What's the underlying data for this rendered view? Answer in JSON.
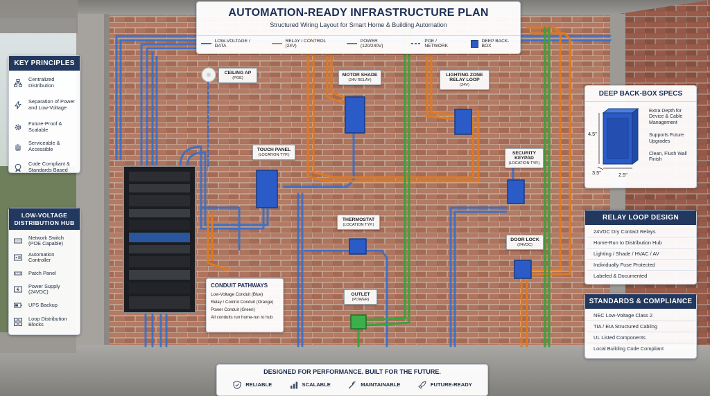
{
  "header": {
    "title": "AUTOMATION-READY INFRASTRUCTURE PLAN",
    "subtitle": "Structured Wiring Layout for Smart Home & Building Automation"
  },
  "legend": [
    {
      "label": "LOW-VOLTAGE / DATA",
      "color": "#2f6fd1",
      "style": "solid"
    },
    {
      "label": "RELAY / CONTROL (24V)",
      "color": "#e07a1f",
      "style": "solid"
    },
    {
      "label": "POWER (120/240V)",
      "color": "#3aa33a",
      "style": "solid"
    },
    {
      "label": "POE / NETWORK",
      "color": "#2f6fd1",
      "style": "dashed"
    },
    {
      "label": "DEEP BACK-BOX",
      "color": "#2a5bc7",
      "style": "box"
    }
  ],
  "key_principles": {
    "title": "KEY PRINCIPLES",
    "items": [
      {
        "label": "Centralized Distribution",
        "icon": "network-icon"
      },
      {
        "label": "Separation of Power and Low-Voltage",
        "icon": "bolt-icon"
      },
      {
        "label": "Future-Proof & Scalable",
        "icon": "gear-icon"
      },
      {
        "label": "Serviceable & Accessible",
        "icon": "hand-icon"
      },
      {
        "label": "Code Compliant & Standards Based",
        "icon": "badge-icon"
      }
    ]
  },
  "hub": {
    "title": "LOW-VOLTAGE DISTRIBUTION HUB",
    "items": [
      {
        "label": "Network Switch (POE Capable)",
        "icon": "switch-icon"
      },
      {
        "label": "Automation Controller",
        "icon": "controller-icon"
      },
      {
        "label": "Patch Panel",
        "icon": "patch-panel-icon"
      },
      {
        "label": "Power Supply (24VDC)",
        "icon": "power-supply-icon"
      },
      {
        "label": "UPS Backup",
        "icon": "battery-icon"
      },
      {
        "label": "Loop Distribution Blocks",
        "icon": "blocks-icon"
      }
    ]
  },
  "backbox": {
    "title": "DEEP BACK-BOX SPECS",
    "dims": {
      "height": "4.5\"",
      "depth": "3.5\"",
      "width": "2.5\""
    },
    "items": [
      "Extra Depth for Device & Cable Management",
      "Supports Future Upgrades",
      "Clean, Flush Wall Finish"
    ]
  },
  "relay": {
    "title": "RELAY LOOP DESIGN",
    "items": [
      "24VDC Dry Contact Relays",
      "Home-Run to Distribution Hub",
      "Lighting / Shade / HVAC / AV",
      "Individually Fuse Protected",
      "Labeled & Documented"
    ]
  },
  "standards": {
    "title": "STANDARDS & COMPLIANCE",
    "items": [
      "NEC Low-Voltage Class 2",
      "TIA / EIA Structured Cabling",
      "UL Listed Components",
      "Local Building Code Compliant"
    ]
  },
  "conduit": {
    "title": "CONDUIT PATHWAYS",
    "items": [
      "Low-Voltage Conduit (Blue)",
      "Relay / Control Conduit (Orange)",
      "Power Conduit (Green)",
      "All conduits run home-run to hub"
    ]
  },
  "devices": {
    "ceiling_ap": {
      "name": "CEILING AP",
      "sub": "(POE)"
    },
    "motor_shade": {
      "name": "MOTOR SHADE",
      "sub": "(24V RELAY)"
    },
    "lighting": {
      "name": "LIGHTING ZONE RELAY LOOP",
      "sub": "(24V)"
    },
    "touch_panel": {
      "name": "TOUCH PANEL",
      "sub": "(LOCATION TYP.)"
    },
    "security": {
      "name": "SECURITY KEYPAD",
      "sub": "(LOCATION TYP.)"
    },
    "thermostat": {
      "name": "THERMOSTAT",
      "sub": "(LOCATION TYP.)"
    },
    "door_lock": {
      "name": "DOOR LOCK",
      "sub": "(24VDC)"
    },
    "outlet": {
      "name": "OUTLET",
      "sub": "(POWER)"
    }
  },
  "footer": {
    "tagline": "DESIGNED FOR PERFORMANCE. BUILT FOR THE FUTURE.",
    "badges": [
      {
        "label": "RELIABLE",
        "icon": "shield-icon"
      },
      {
        "label": "SCALABLE",
        "icon": "bar-chart-icon"
      },
      {
        "label": "MAINTAINABLE",
        "icon": "wrench-icon"
      },
      {
        "label": "FUTURE-READY",
        "icon": "rocket-icon"
      }
    ]
  }
}
